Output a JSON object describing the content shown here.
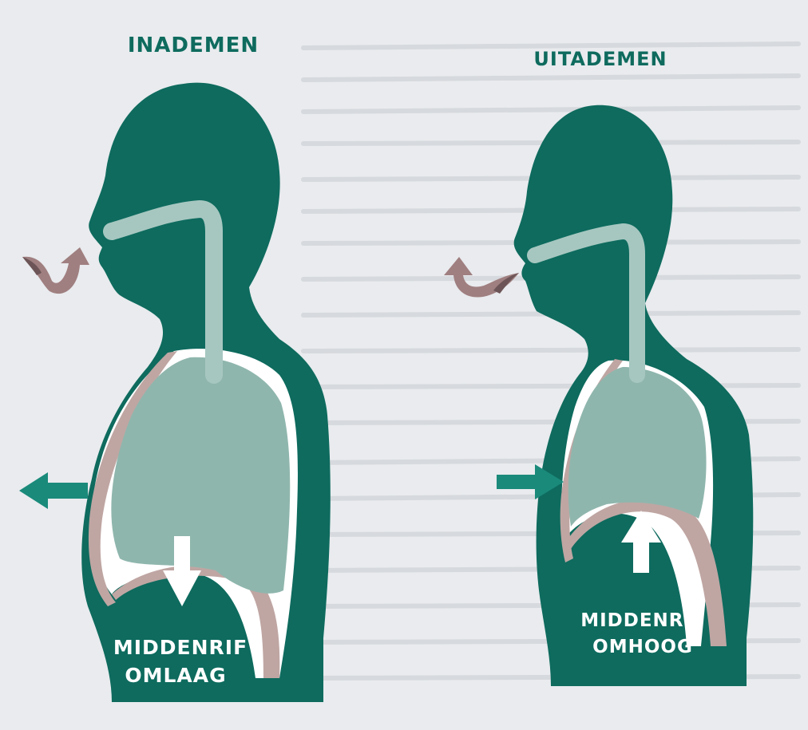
{
  "inhale": {
    "title": "INADEMEN",
    "caption_line1": "MIDDENRIF",
    "caption_line2": "OMLAAG"
  },
  "exhale": {
    "title": "UITADEMEN",
    "caption_line1": "MIDDENRIF",
    "caption_line2": "OMHOOG"
  },
  "colors": {
    "page": "#e9ebee",
    "body": "#0e6b5e",
    "lung": "#8fb6ad",
    "airway": "#a6c7c0",
    "chest_wall": "#bfa6a3",
    "breath_arrow": "#a07f80",
    "white": "#ffffff"
  }
}
